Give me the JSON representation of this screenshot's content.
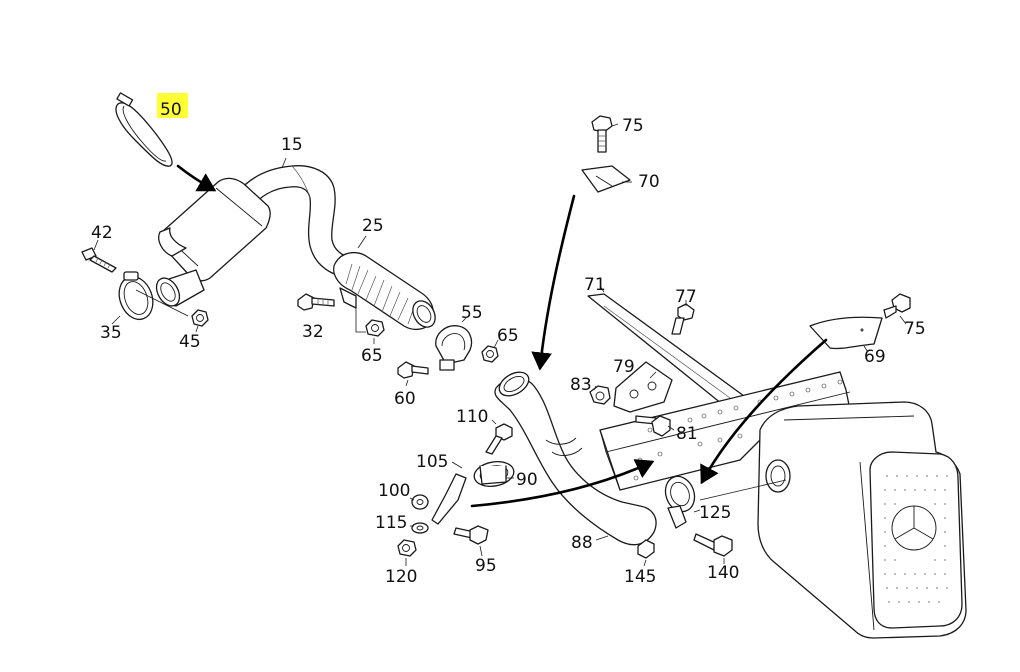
{
  "highlight_color": "#ffff33",
  "callouts": {
    "c50": "50",
    "c15": "15",
    "c25": "25",
    "c42": "42",
    "c35": "35",
    "c45": "45",
    "c32": "32",
    "c65a": "65",
    "c55": "55",
    "c65b": "65",
    "c60": "60",
    "c75a": "75",
    "c70": "70",
    "c71": "71",
    "c77": "77",
    "c75b": "75",
    "c69": "69",
    "c79": "79",
    "c83": "83",
    "c81": "81",
    "c110": "110",
    "c105": "105",
    "c90": "90",
    "c100": "100",
    "c115": "115",
    "c120": "120",
    "c95": "95",
    "c88": "88",
    "c125": "125",
    "c145": "145",
    "c140": "140"
  },
  "highlighted_part": "50"
}
